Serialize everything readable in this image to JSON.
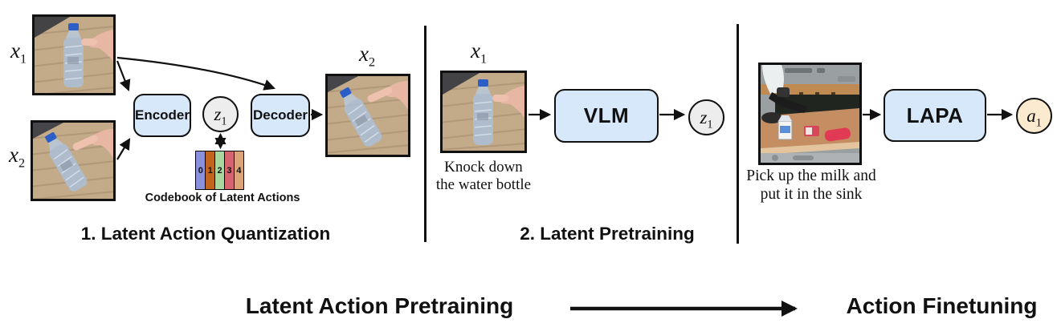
{
  "colors": {
    "box_fill": "#d8e8fb",
    "latent_circle_fill": "#ededed",
    "action_circle_fill": "#fbead0"
  },
  "panel1": {
    "title": "1. Latent Action Quantization",
    "frame1_label": {
      "base": "x",
      "sub": "1"
    },
    "frame2_label": {
      "base": "x",
      "sub": "2"
    },
    "output_label": {
      "base": "x",
      "sub": "2"
    },
    "encoder_label": "Encoder",
    "decoder_label": "Decoder",
    "latent_label": {
      "base": "z",
      "sub": "1"
    },
    "codebook": {
      "caption": "Codebook of Latent Actions",
      "cells": [
        {
          "label": "0",
          "color": "#8a90da"
        },
        {
          "label": "1",
          "color": "#c2641d"
        },
        {
          "label": "2",
          "color": "#a8d7a0"
        },
        {
          "label": "3",
          "color": "#d56370"
        },
        {
          "label": "4",
          "color": "#dba377"
        }
      ]
    }
  },
  "panel2": {
    "title": "2. Latent Pretraining",
    "frame_label": {
      "base": "x",
      "sub": "1"
    },
    "caption_line1": "Knock down",
    "caption_line2": "the water bottle",
    "model_label": "VLM",
    "latent_label": {
      "base": "z",
      "sub": "1"
    }
  },
  "panel3": {
    "caption_line1": "Pick up the milk and",
    "caption_line2": "put it in the sink",
    "model_label": "LAPA",
    "action_label": {
      "base": "a",
      "sub": "1"
    }
  },
  "footer": {
    "left_label": "Latent Action Pretraining",
    "right_label": "Action Finetuning"
  }
}
